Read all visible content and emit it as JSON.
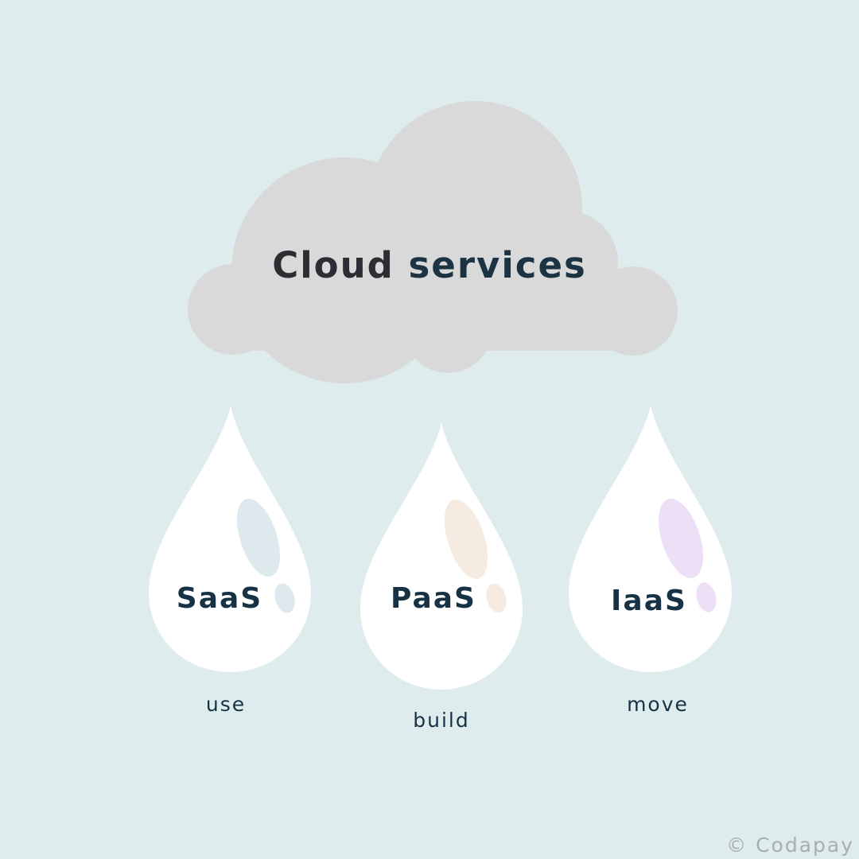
{
  "title": {
    "word1": "Cloud",
    "word2": "services"
  },
  "drops": [
    {
      "name": "SaaS",
      "caption": "use",
      "highlight": "#dde9ec"
    },
    {
      "name": "PaaS",
      "caption": "build",
      "highlight": "#f6ebe0"
    },
    {
      "name": "IaaS",
      "caption": "move",
      "highlight": "#eddff5"
    }
  ],
  "credit": "© Codapay",
  "colors": {
    "background": "#deecee",
    "cloud": "#d9d9d9",
    "drop": "#ffffff",
    "text": "#163244"
  }
}
